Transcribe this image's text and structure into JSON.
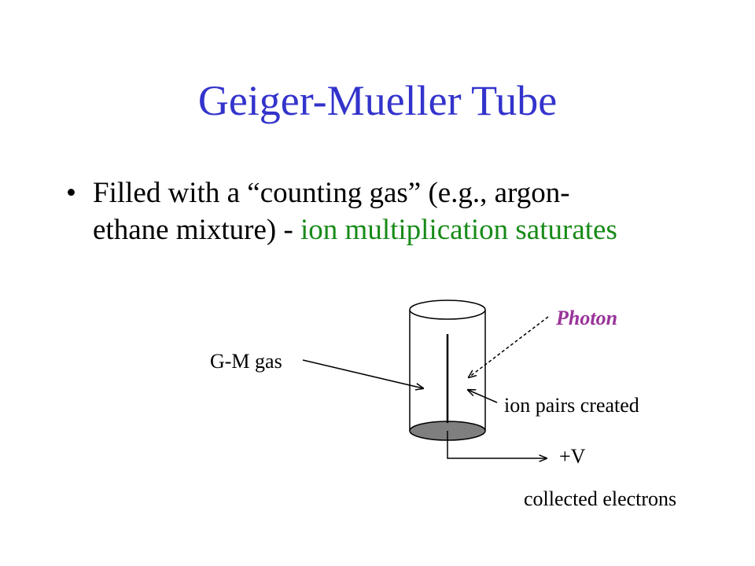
{
  "slide": {
    "title": "Geiger-Mueller Tube",
    "bullet": {
      "marker": "•",
      "text_line1": "Filled with a “counting gas” (e.g., argon-",
      "text_line2_plain": "ethane mixture) - ",
      "text_line2_highlight": "ion multiplication saturates"
    },
    "colors": {
      "title": "#3333cc",
      "highlight": "#178a17",
      "photon_label": "#993399",
      "tube_base": "#7f7f7f"
    }
  },
  "diagram": {
    "labels": {
      "photon": "Photon",
      "gm_gas": "G-M gas",
      "ion_pairs": "ion pairs created",
      "voltage": "+V",
      "collected": "collected electrons"
    }
  }
}
